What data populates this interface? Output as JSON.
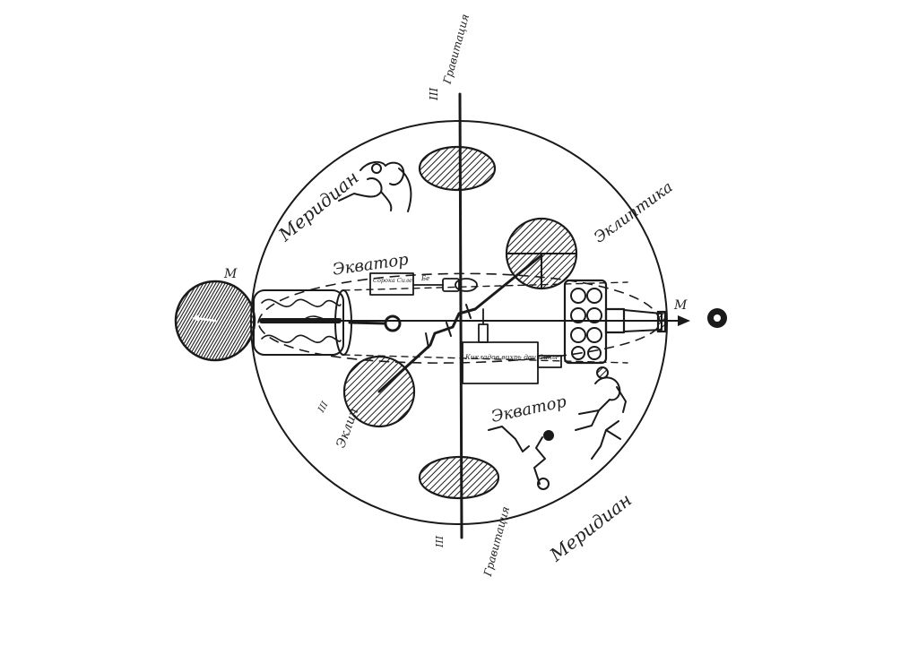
{
  "labels": {
    "top_roman": "III",
    "top_axis": "Гравитация",
    "meridian_upper": "Меридиан",
    "ecliptic_upper": "Эклиптика",
    "equator_upper": "Экватор",
    "left_m": "М",
    "right_m": "М",
    "box_upper": "Сорока Силе",
    "box_upper_small": "Бе",
    "box_center": "Кикладов вихрь дви Силы",
    "equator_lower": "Экватор",
    "left_roman": "III",
    "left_side": "Эклип",
    "bottom_roman": "III",
    "bottom_axis": "Гравитация",
    "meridian_lower": "Меридиан"
  },
  "colors": {
    "ink": "#1a1a1a",
    "paper": "#ffffff"
  }
}
